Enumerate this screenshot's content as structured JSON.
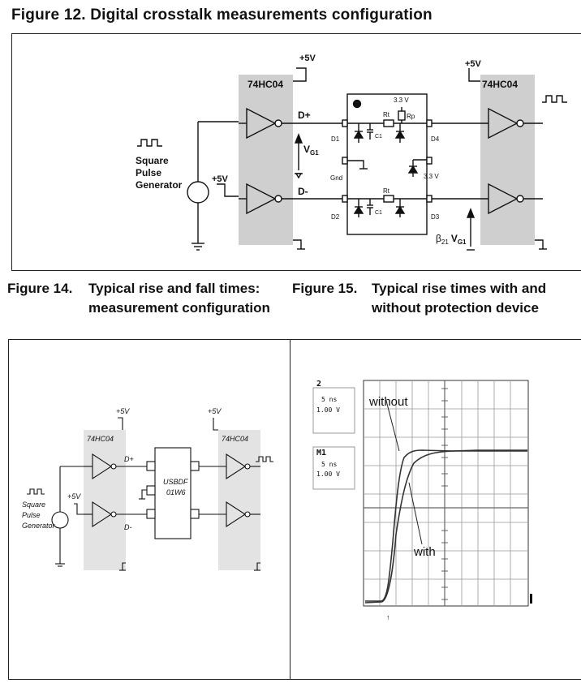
{
  "figure12": {
    "title": "Figure 12.   Digital crosstalk measurements configuration",
    "labels": {
      "supply_left": "+5V",
      "supply_left2": "+5V",
      "supply_right": "+5V",
      "ic_left": "74HC04",
      "ic_right": "74HC04",
      "dplus": "D+",
      "dminus": "D-",
      "vg1": "V",
      "vg1_sub": "G1",
      "gen_line1": "Square",
      "gen_line2": "Pulse",
      "gen_line3": "Generator",
      "v33_top": "3.3 V",
      "v33_mid": "3.3 V",
      "rt_top": "Rt",
      "rt_bot": "Rt",
      "rp": "Rp",
      "c1_top": "C1",
      "c1_bot": "C1",
      "gnd": "Gnd",
      "d1": "D1",
      "d2": "D2",
      "d3": "D3",
      "d4": "D4",
      "beta": "β",
      "beta_sub": "21",
      "beta_v": "V",
      "beta_vsub": "G1"
    }
  },
  "figure14": {
    "num": "Figure 14.",
    "title_line1": "Typical rise and fall times:",
    "title_line2": "measurement configuration",
    "labels": {
      "supply_left": "+5V",
      "supply_left2": "+5V",
      "supply_right": "+5V",
      "ic_left": "74HC04",
      "ic_right": "74HC04",
      "dplus": "D+",
      "dminus": "D-",
      "chip_line1": "USBDF",
      "chip_line2": "01W6",
      "gen_line1": "Square",
      "gen_line2": "Pulse",
      "gen_line3": "Generator"
    }
  },
  "figure15": {
    "num": "Figure 15.",
    "title_line1": "Typical rise times with and",
    "title_line2": "without protection device",
    "scope": {
      "ch2_id": "2",
      "ch2_time": "5 ns",
      "ch2_volt": "1.00 V",
      "m1_id": "M1",
      "m1_time": "5 ns",
      "m1_volt": "1.00 V",
      "label_without": "without",
      "label_with": "with"
    }
  }
}
